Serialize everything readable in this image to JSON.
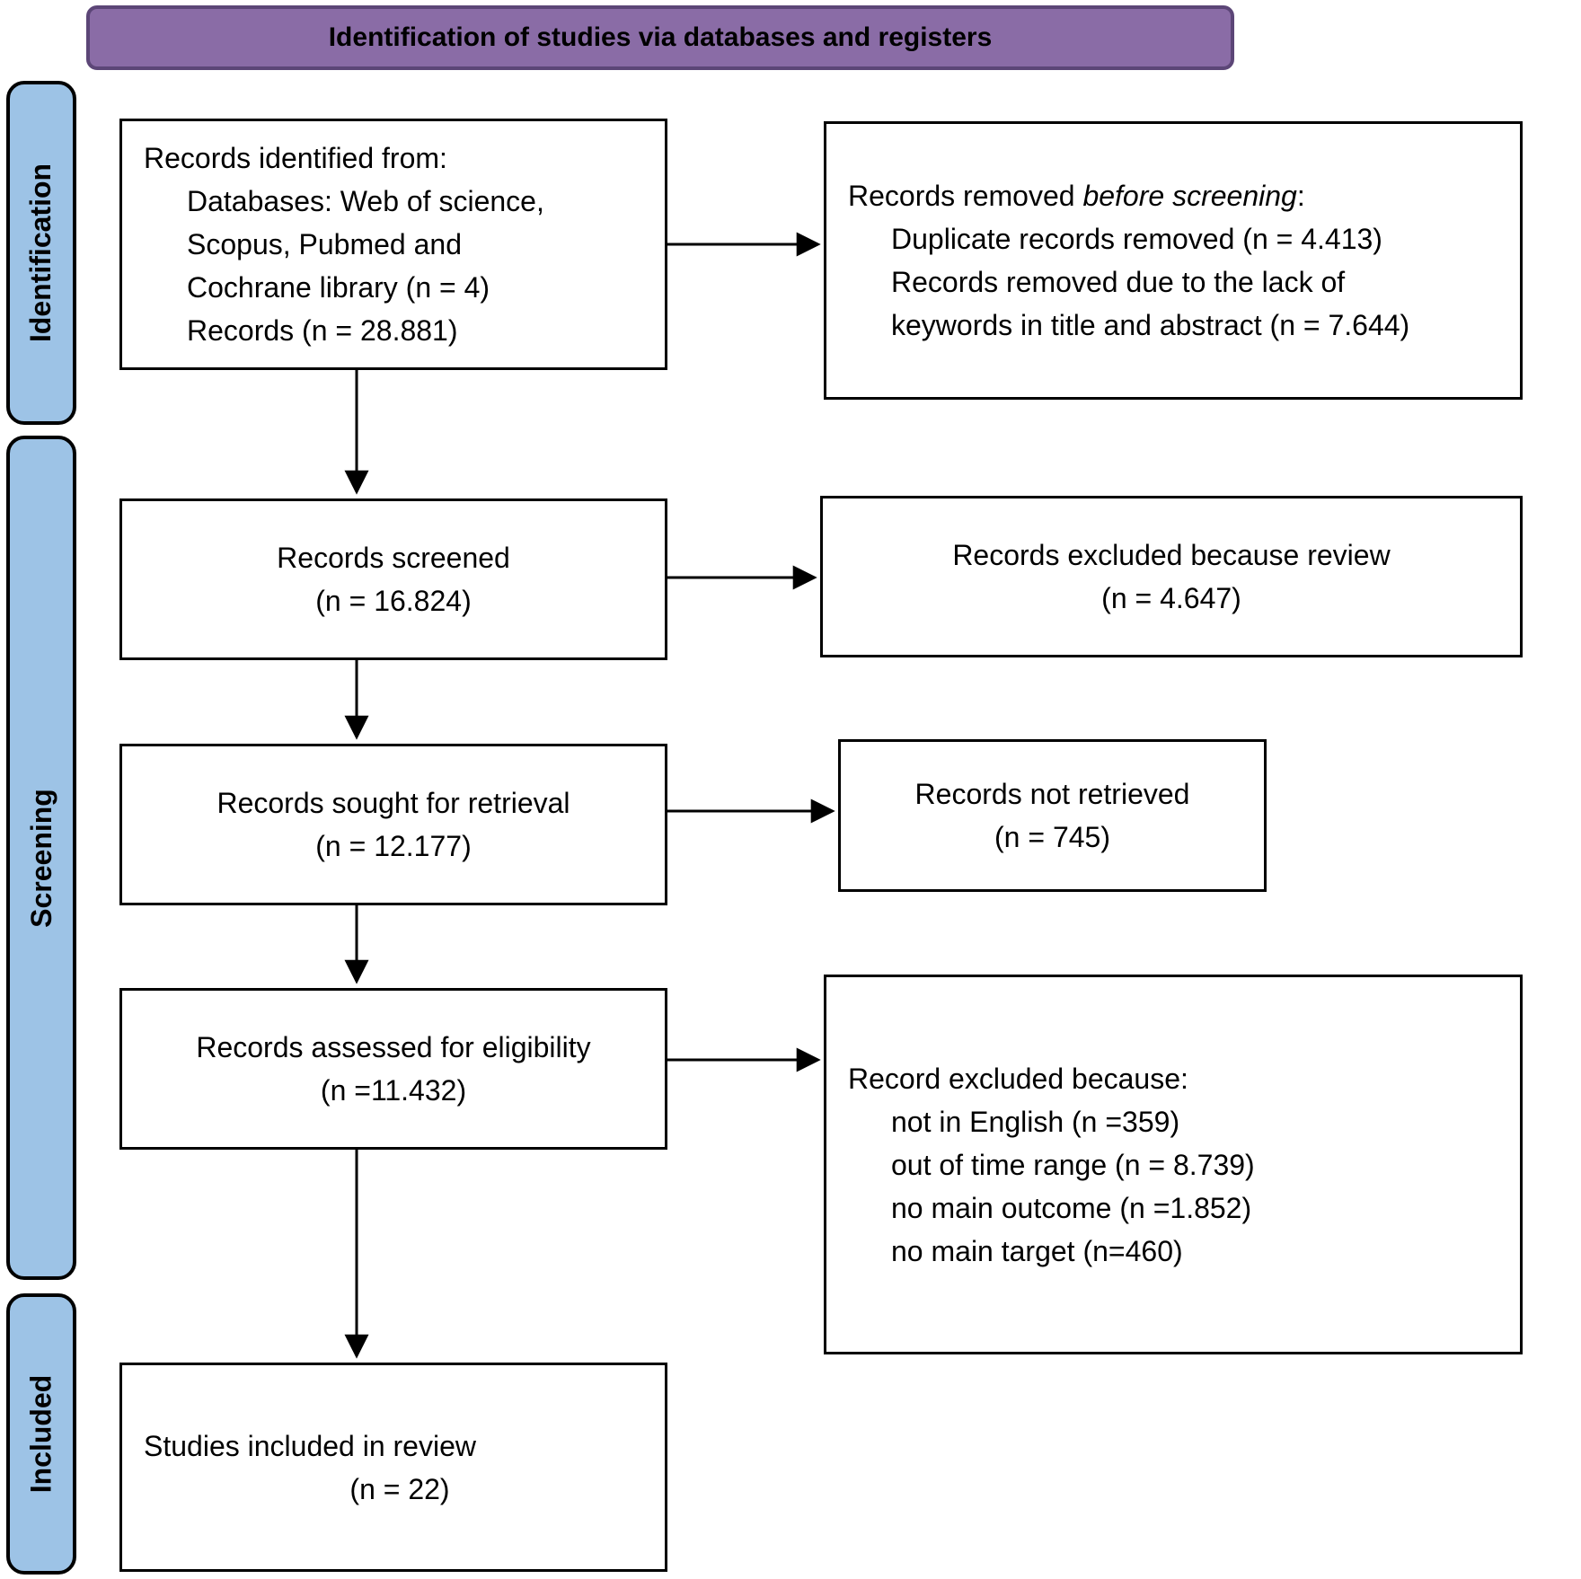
{
  "colors": {
    "header_fill": "#8a6ca6",
    "header_border": "#5c4677",
    "sidebar_fill": "#9dc3e6",
    "box_background": "#ffffff",
    "line_color": "#000000"
  },
  "header": {
    "title": "Identification of studies via databases and registers"
  },
  "sidebar": {
    "stages": [
      {
        "label": "Identification"
      },
      {
        "label": "Screening"
      },
      {
        "label": "Included"
      }
    ]
  },
  "boxes": {
    "identified": {
      "lines": [
        "Records identified from:",
        "Databases: Web of science,",
        "Scopus, Pubmed and",
        "Cochrane library (n = 4)",
        "Records (n = 28.881)"
      ]
    },
    "removed_before_screening": {
      "intro": [
        "Records removed ",
        "before screening",
        ":"
      ],
      "lines": [
        "Duplicate records removed (n = 4.413)",
        "Records removed due to the lack of",
        "keywords in title and abstract (n = 7.644)"
      ]
    },
    "screened": {
      "lines": [
        "Records screened",
        "(n = 16.824)"
      ]
    },
    "excluded_review": {
      "lines": [
        "Records excluded because review",
        "(n = 4.647)"
      ]
    },
    "sought": {
      "lines": [
        "Records sought for retrieval",
        "(n = 12.177)"
      ]
    },
    "not_retrieved": {
      "lines": [
        "Records not retrieved",
        "(n = 745)"
      ]
    },
    "assessed": {
      "lines": [
        "Records assessed for eligibility",
        "(n =11.432)"
      ]
    },
    "excluded_reasons": {
      "lines": [
        "Record excluded because:",
        "not in English (n =359)",
        "out of time range (n = 8.739)",
        "no main outcome (n =1.852)",
        "no main target (n=460)"
      ]
    },
    "included_studies": {
      "lines": [
        "Studies included in review",
        "(n = 22)"
      ]
    }
  }
}
